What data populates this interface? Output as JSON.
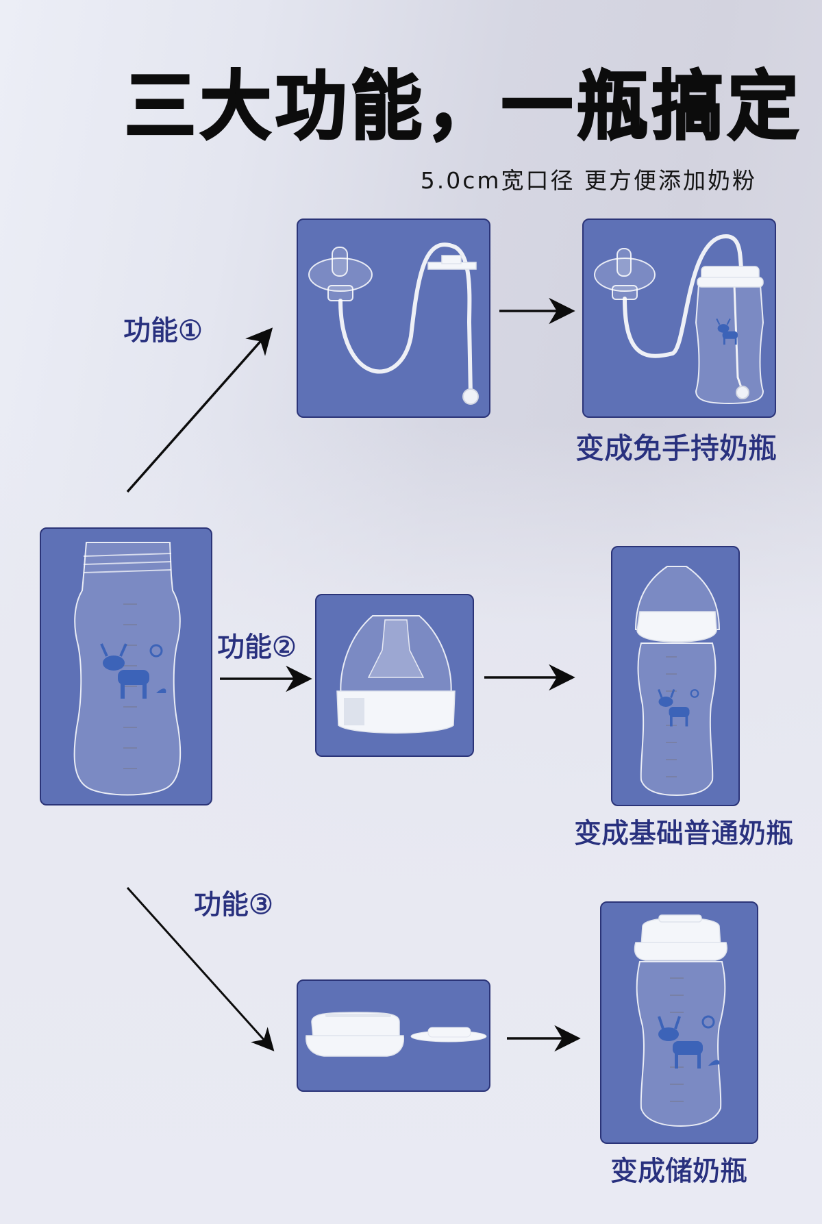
{
  "header": {
    "title": "三大功能，一瓶搞定",
    "subtitle": "5.0cm宽口径 更方便添加奶粉"
  },
  "colors": {
    "panel_bg": "#5e71b6",
    "panel_border": "#2b3478",
    "label_text": "#28307e",
    "title_text": "#0c0c0c",
    "arrow": "#0c0c0c"
  },
  "base_product": {
    "name": "glass-bottle-body",
    "icon": "baby-bottle-icon"
  },
  "functions": [
    {
      "label": "功能①",
      "accessory": "straw-pacifier-kit",
      "accessory_icon": "pacifier-straw-icon",
      "result_icon": "hands-free-bottle-icon",
      "result_label": "变成免手持奶瓶"
    },
    {
      "label": "功能②",
      "accessory": "nipple-with-cap",
      "accessory_icon": "nipple-cap-icon",
      "result_icon": "standard-bottle-icon",
      "result_label": "变成基础普通奶瓶"
    },
    {
      "label": "功能③",
      "accessory": "storage-lid-and-seal",
      "accessory_icon": "storage-lid-icon",
      "result_icon": "storage-bottle-icon",
      "result_label": "变成储奶瓶"
    }
  ]
}
